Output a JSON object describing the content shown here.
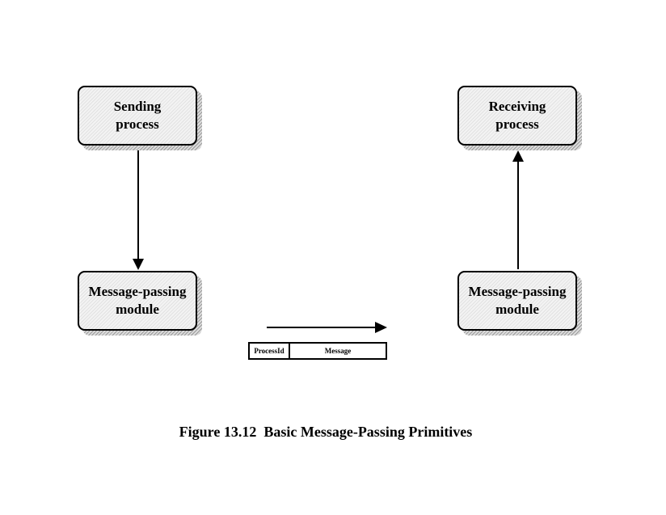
{
  "diagram": {
    "nodes": {
      "sending_process": {
        "line1": "Sending",
        "line2": "process"
      },
      "receiving_process": {
        "line1": "Receiving",
        "line2": "process"
      },
      "sender_module": {
        "line1": "Message-passing",
        "line2": "module"
      },
      "receiver_module": {
        "line1": "Message-passing",
        "line2": "module"
      }
    },
    "message_format": {
      "process_id_field": "ProcessId",
      "message_field": "Message"
    },
    "caption": {
      "figure_number": "Figure 13.12",
      "title": "Basic Message-Passing Primitives"
    }
  }
}
